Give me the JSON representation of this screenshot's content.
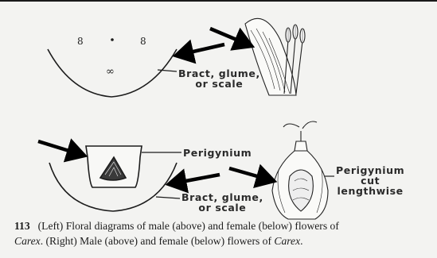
{
  "labels": {
    "bract_top": [
      "Bract, glume,",
      "or scale"
    ],
    "perigynium": "Perigynium",
    "perigynium_cut": [
      "Perigynium",
      "cut",
      "lengthwise"
    ],
    "bract_bottom": [
      "Bract, glume,",
      "or scale"
    ]
  },
  "caption": {
    "number": "113",
    "line1_a": "(Left) Floral diagrams of male (above) and female (below) flowers of",
    "genus_1": "Carex",
    "line2_b": ". (Right) Male (above) and female (below) flowers of ",
    "genus_2": "Carex",
    "line2_end": "."
  },
  "colors": {
    "ink": "#1c1c1c",
    "arrow": "#000000",
    "paper": "#f3f3f1"
  }
}
